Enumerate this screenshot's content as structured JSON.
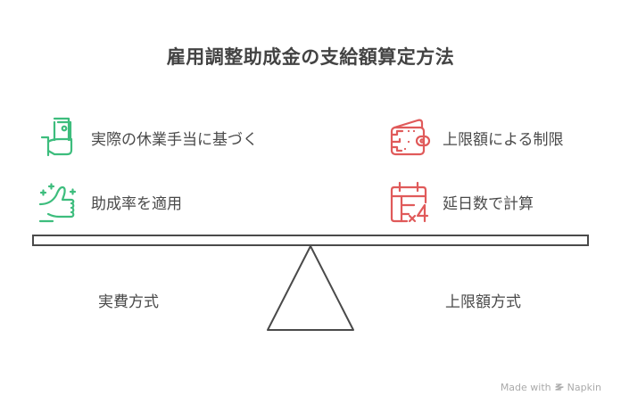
{
  "title": "雇用調整助成金の支給額算定方法",
  "left": {
    "items": [
      {
        "icon": "hand-holding-money-icon",
        "label": "実際の休業手当に基づく"
      },
      {
        "icon": "thumbs-up-sparkle-icon",
        "label": "助成率を適用"
      }
    ],
    "side_label": "実費方式",
    "color": "#3dbd7d"
  },
  "right": {
    "items": [
      {
        "icon": "wallet-icon",
        "label": "上限額による制限"
      },
      {
        "icon": "calendar-multiply-icon",
        "label": "延日数で計算",
        "icon_text": "×4"
      }
    ],
    "side_label": "上限額方式",
    "color": "#e05a5a"
  },
  "footer": {
    "text": "Made with",
    "brand": "Napkin"
  }
}
